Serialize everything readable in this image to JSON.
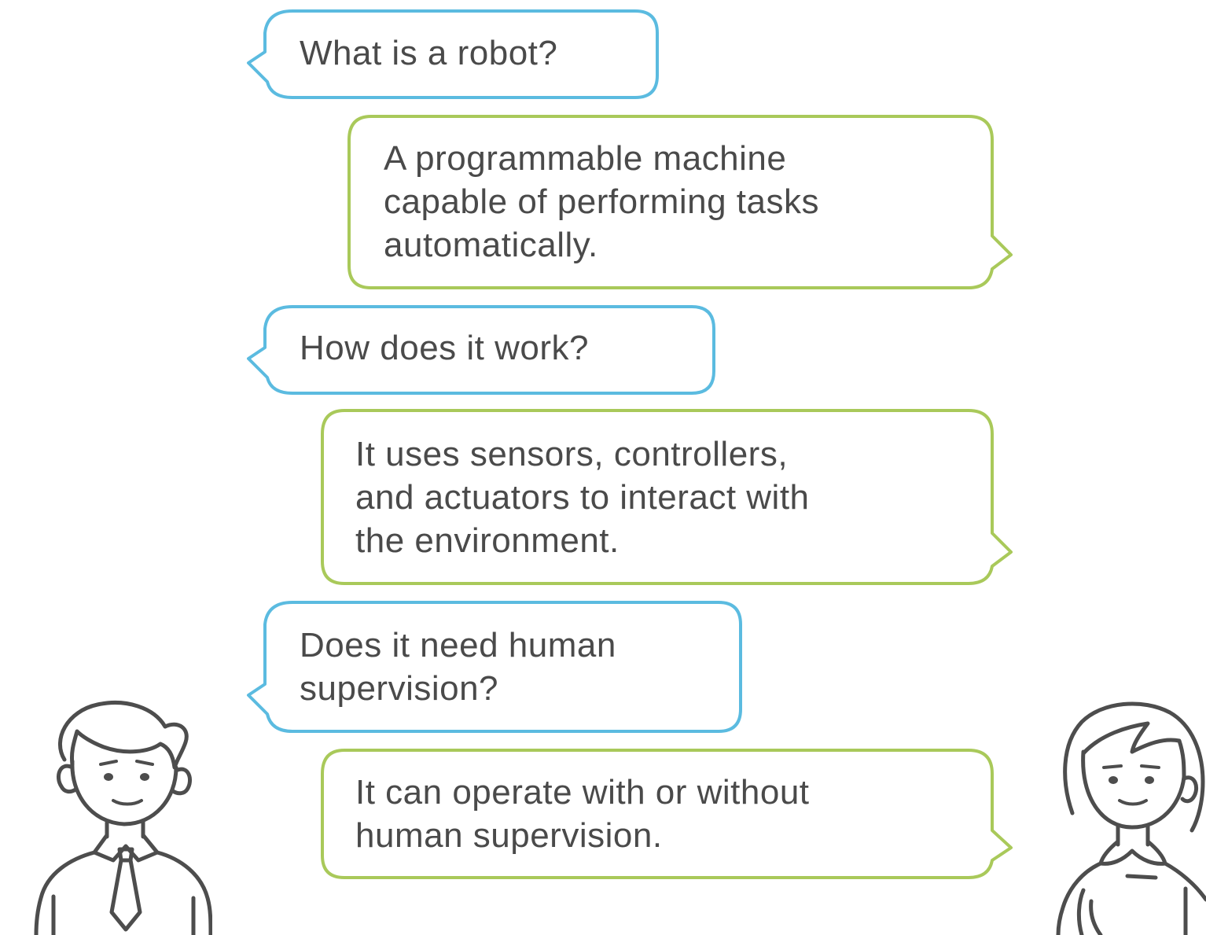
{
  "conversation": {
    "messages": [
      {
        "speaker": "man",
        "lines": [
          "What is a robot?"
        ]
      },
      {
        "speaker": "woman",
        "lines": [
          "A programmable machine",
          "capable of performing tasks",
          "automatically."
        ]
      },
      {
        "speaker": "man",
        "lines": [
          "How does it work?"
        ]
      },
      {
        "speaker": "woman",
        "lines": [
          "It uses sensors, controllers,",
          "and actuators to interact with",
          "the environment."
        ]
      },
      {
        "speaker": "man",
        "lines": [
          "Does it need human",
          "supervision?"
        ]
      },
      {
        "speaker": "woman",
        "lines": [
          "It can operate with or without",
          "human supervision."
        ]
      }
    ]
  },
  "colors": {
    "question_bubble_border": "#5bbbe0",
    "answer_bubble_border": "#a9c95a",
    "text": "#4a4a4a",
    "line_art": "#4d4d4d"
  },
  "icons": {
    "left_person": "man-with-tie-icon",
    "right_person": "woman-icon"
  }
}
